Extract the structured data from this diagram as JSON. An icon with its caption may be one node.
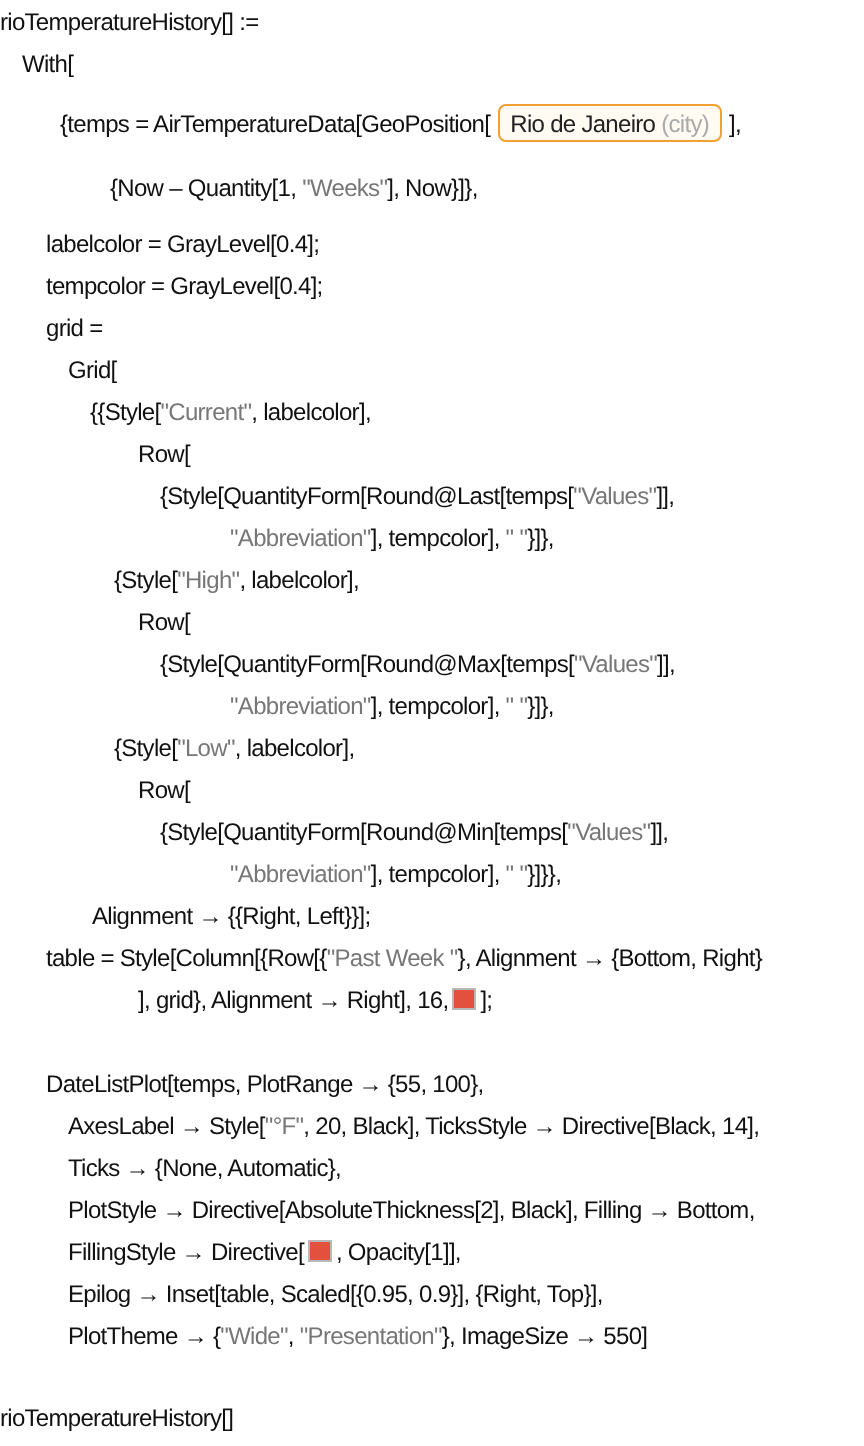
{
  "diagram": {
    "nodes": [
      {
        "text": [
          "Rio de Janeiro",
          "(city)"
        ]
      }
    ],
    "labels": [
      "rioTemperatureHistory[] :=",
      "With[",
      "{temps = AirTemperatureData[GeoPosition[",
      "],",
      "{Now – Quantity[1, \"Weeks\"], Now}]},",
      "labelcolor = GrayLevel[0.4];",
      "tempcolor = GrayLevel[0.4];",
      "grid =",
      "Grid[",
      "{{Style[\"Current\", labelcolor],",
      "Row[",
      "{Style[QuantityForm[Round@Last[temps[\"Values\"]],",
      "\"Abbreviation\"], tempcolor], \" \"}]},",
      "{Style[\"High\", labelcolor],",
      "Row[",
      "{Style[QuantityForm[Round@Max[temps[\"Values\"]],",
      "\"Abbreviation\"], tempcolor], \" \"}]},",
      "{Style[\"Low\", labelcolor],",
      "Row[",
      "{Style[QuantityForm[Round@Min[temps[\"Values\"]],",
      "\"Abbreviation\"], tempcolor], \" \"}]}},",
      "Alignment → {{Right, Left}}];",
      "table = Style[Column[{Row[{\"Past Week \"}, Alignment → {Bottom, Right}",
      "], grid}, Alignment → Right], 16,",
      "];",
      "DateListPlot[temps, PlotRange → {55, 100},",
      "AxesLabel → Style[\"°F\", 20, Black], TicksStyle → Directive[Black, 14],",
      "Ticks → {None, Automatic},",
      "PlotStyle → Directive[AbsoluteThickness[2], Black], Filling → Bottom,",
      "FillingStyle → Directive[",
      ", Opacity[1]],",
      "Epilog → Inset[table, Scaled[{0.95, 0.9}], {Right, Top}],",
      "PlotTheme → {\"Wide\", \"Presentation\"}, ImageSize → 550]",
      "rioTemperatureHistory[]"
    ]
  }
}
